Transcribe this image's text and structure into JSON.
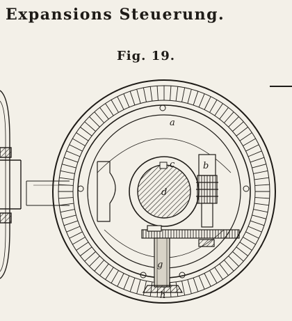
{
  "header": {
    "title": "Expansions Steuerung.",
    "figure_caption": "Fig. 19."
  },
  "diagram": {
    "labels": {
      "a": "a",
      "b": "b",
      "c": "c",
      "d": "d",
      "g": "g",
      "h": "h"
    }
  },
  "colors": {
    "paper": "#f3f0e8",
    "ink": "#1e1b17",
    "hatch_fill": "#bdb7ab"
  }
}
